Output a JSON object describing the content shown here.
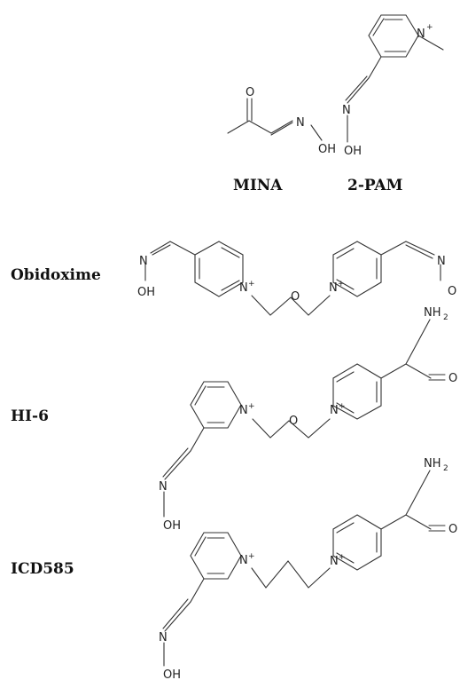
{
  "labels": {
    "mina": "MINA",
    "pam": "2-PAM",
    "obidoxime": "Obidoxime",
    "hi6": "HI-6",
    "icd585": "ICD585"
  },
  "atoms": {
    "O": "O",
    "N": "N",
    "OH": "OH",
    "plus": "+",
    "NH": "NH",
    "two": "2"
  }
}
